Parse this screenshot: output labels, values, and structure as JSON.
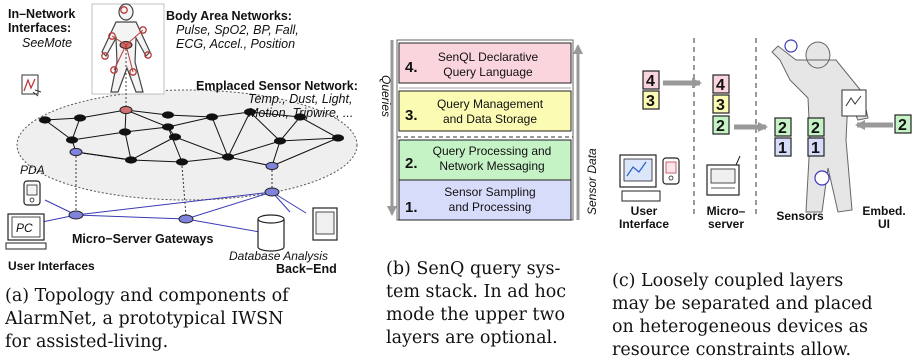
{
  "panel_a": {
    "innet_title": [
      "In–Network",
      "Interfaces:"
    ],
    "seemote": "SeeMote",
    "ban_title": "Body Area Networks:",
    "ban_items": [
      "Pulse, SpO2, BP, Fall,",
      "ECG, Accel., Position"
    ],
    "esn_title": "Emplaced Sensor Network:",
    "esn_items": [
      "Temp., Dust, Light,",
      "Motion, Tripwire, ..."
    ],
    "pda": "PDA",
    "pc": "PC",
    "gateways": "Micro−Server Gateways",
    "user_interfaces": "User Interfaces",
    "database_analysis": "Database Analysis",
    "backend": "Back−End",
    "caption": [
      "(a) Topology and components of",
      "AlarmNet, a prototypical IWSN",
      "for assisted-living."
    ]
  },
  "panel_b": {
    "layers": [
      {
        "num": "4.",
        "lines": [
          "SenQL Declarative",
          "Query Language"
        ],
        "color": "#fbd5dd"
      },
      {
        "num": "3.",
        "lines": [
          "Query Management",
          "and Data Storage"
        ],
        "color": "#fbfbb4"
      },
      {
        "num": "2.",
        "lines": [
          "Query Processing and",
          "Network Messaging"
        ],
        "color": "#c6f3c6"
      },
      {
        "num": "1.",
        "lines": [
          "Sensor Sampling",
          "and Processing"
        ],
        "color": "#d8dcfb"
      }
    ],
    "queries_label": "Queries",
    "sensor_data_label": "Sensor Data",
    "caption": [
      "(b) SenQ query sys-",
      "tem stack. In ad hoc",
      "mode the upper two",
      "layers are optional."
    ]
  },
  "panel_c": {
    "ui_boxes": [
      "4",
      "3"
    ],
    "server_boxes": [
      "4",
      "3",
      "2"
    ],
    "sensor_a": [
      "2",
      "1"
    ],
    "sensor_b": [
      "2",
      "1"
    ],
    "embed_box": "2",
    "labels": {
      "user_interface": [
        "User",
        "Interface"
      ],
      "micro_server": [
        "Micro–",
        "server"
      ],
      "sensors": "Sensors",
      "embed_ui": [
        "Embed.",
        "UI"
      ]
    },
    "caption": [
      "(c) Loosely coupled layers",
      "may be separated and placed",
      "on heterogeneous devices as",
      "resource constraints allow."
    ]
  },
  "colors": {
    "red": "#c05050",
    "black": "#111111",
    "blue": "#6f74d6",
    "pink": "#fbd5dd",
    "yellow": "#fbfbb4",
    "green": "#c6f3c6",
    "lavender": "#d8dcfb",
    "gray_arrow": "#909090"
  }
}
